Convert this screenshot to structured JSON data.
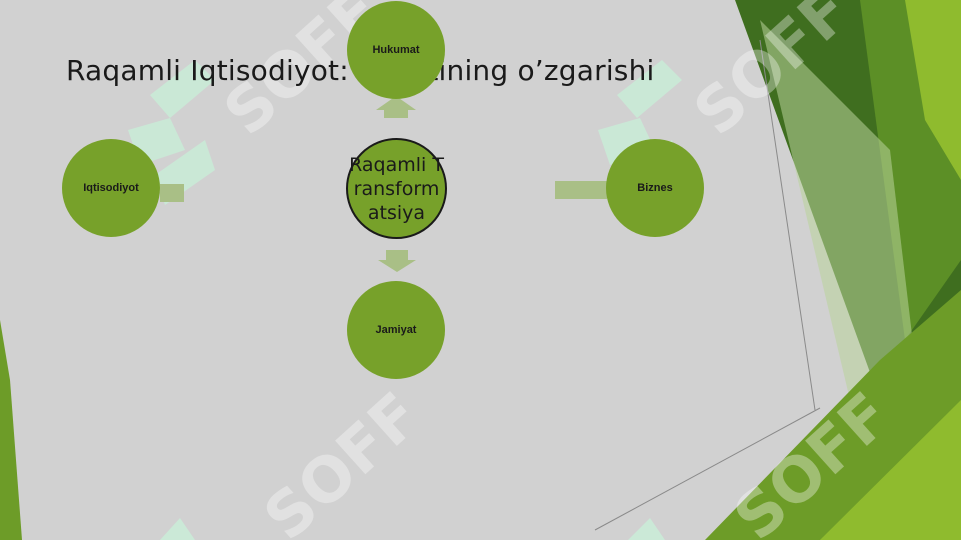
{
  "title": "Raqamli Iqtisodiyot: hayotining o’zgarishi",
  "title_visible": "Raqamli Iqtisodiyot:          hayotining o’zgarishi",
  "center_node": "Raqamli Transformatsiya",
  "nodes": {
    "top": "Hukumat",
    "left": "Iqtisodiyot",
    "right": "Biznes",
    "bottom": "Jamiyat"
  },
  "watermark": "SOFF",
  "colors": {
    "background": "#d1d1d1",
    "node_green": "#77a12a",
    "dark_green": "#3f6e1f",
    "light_green": "#8fbb2e",
    "arrow": "#a9bf86"
  }
}
